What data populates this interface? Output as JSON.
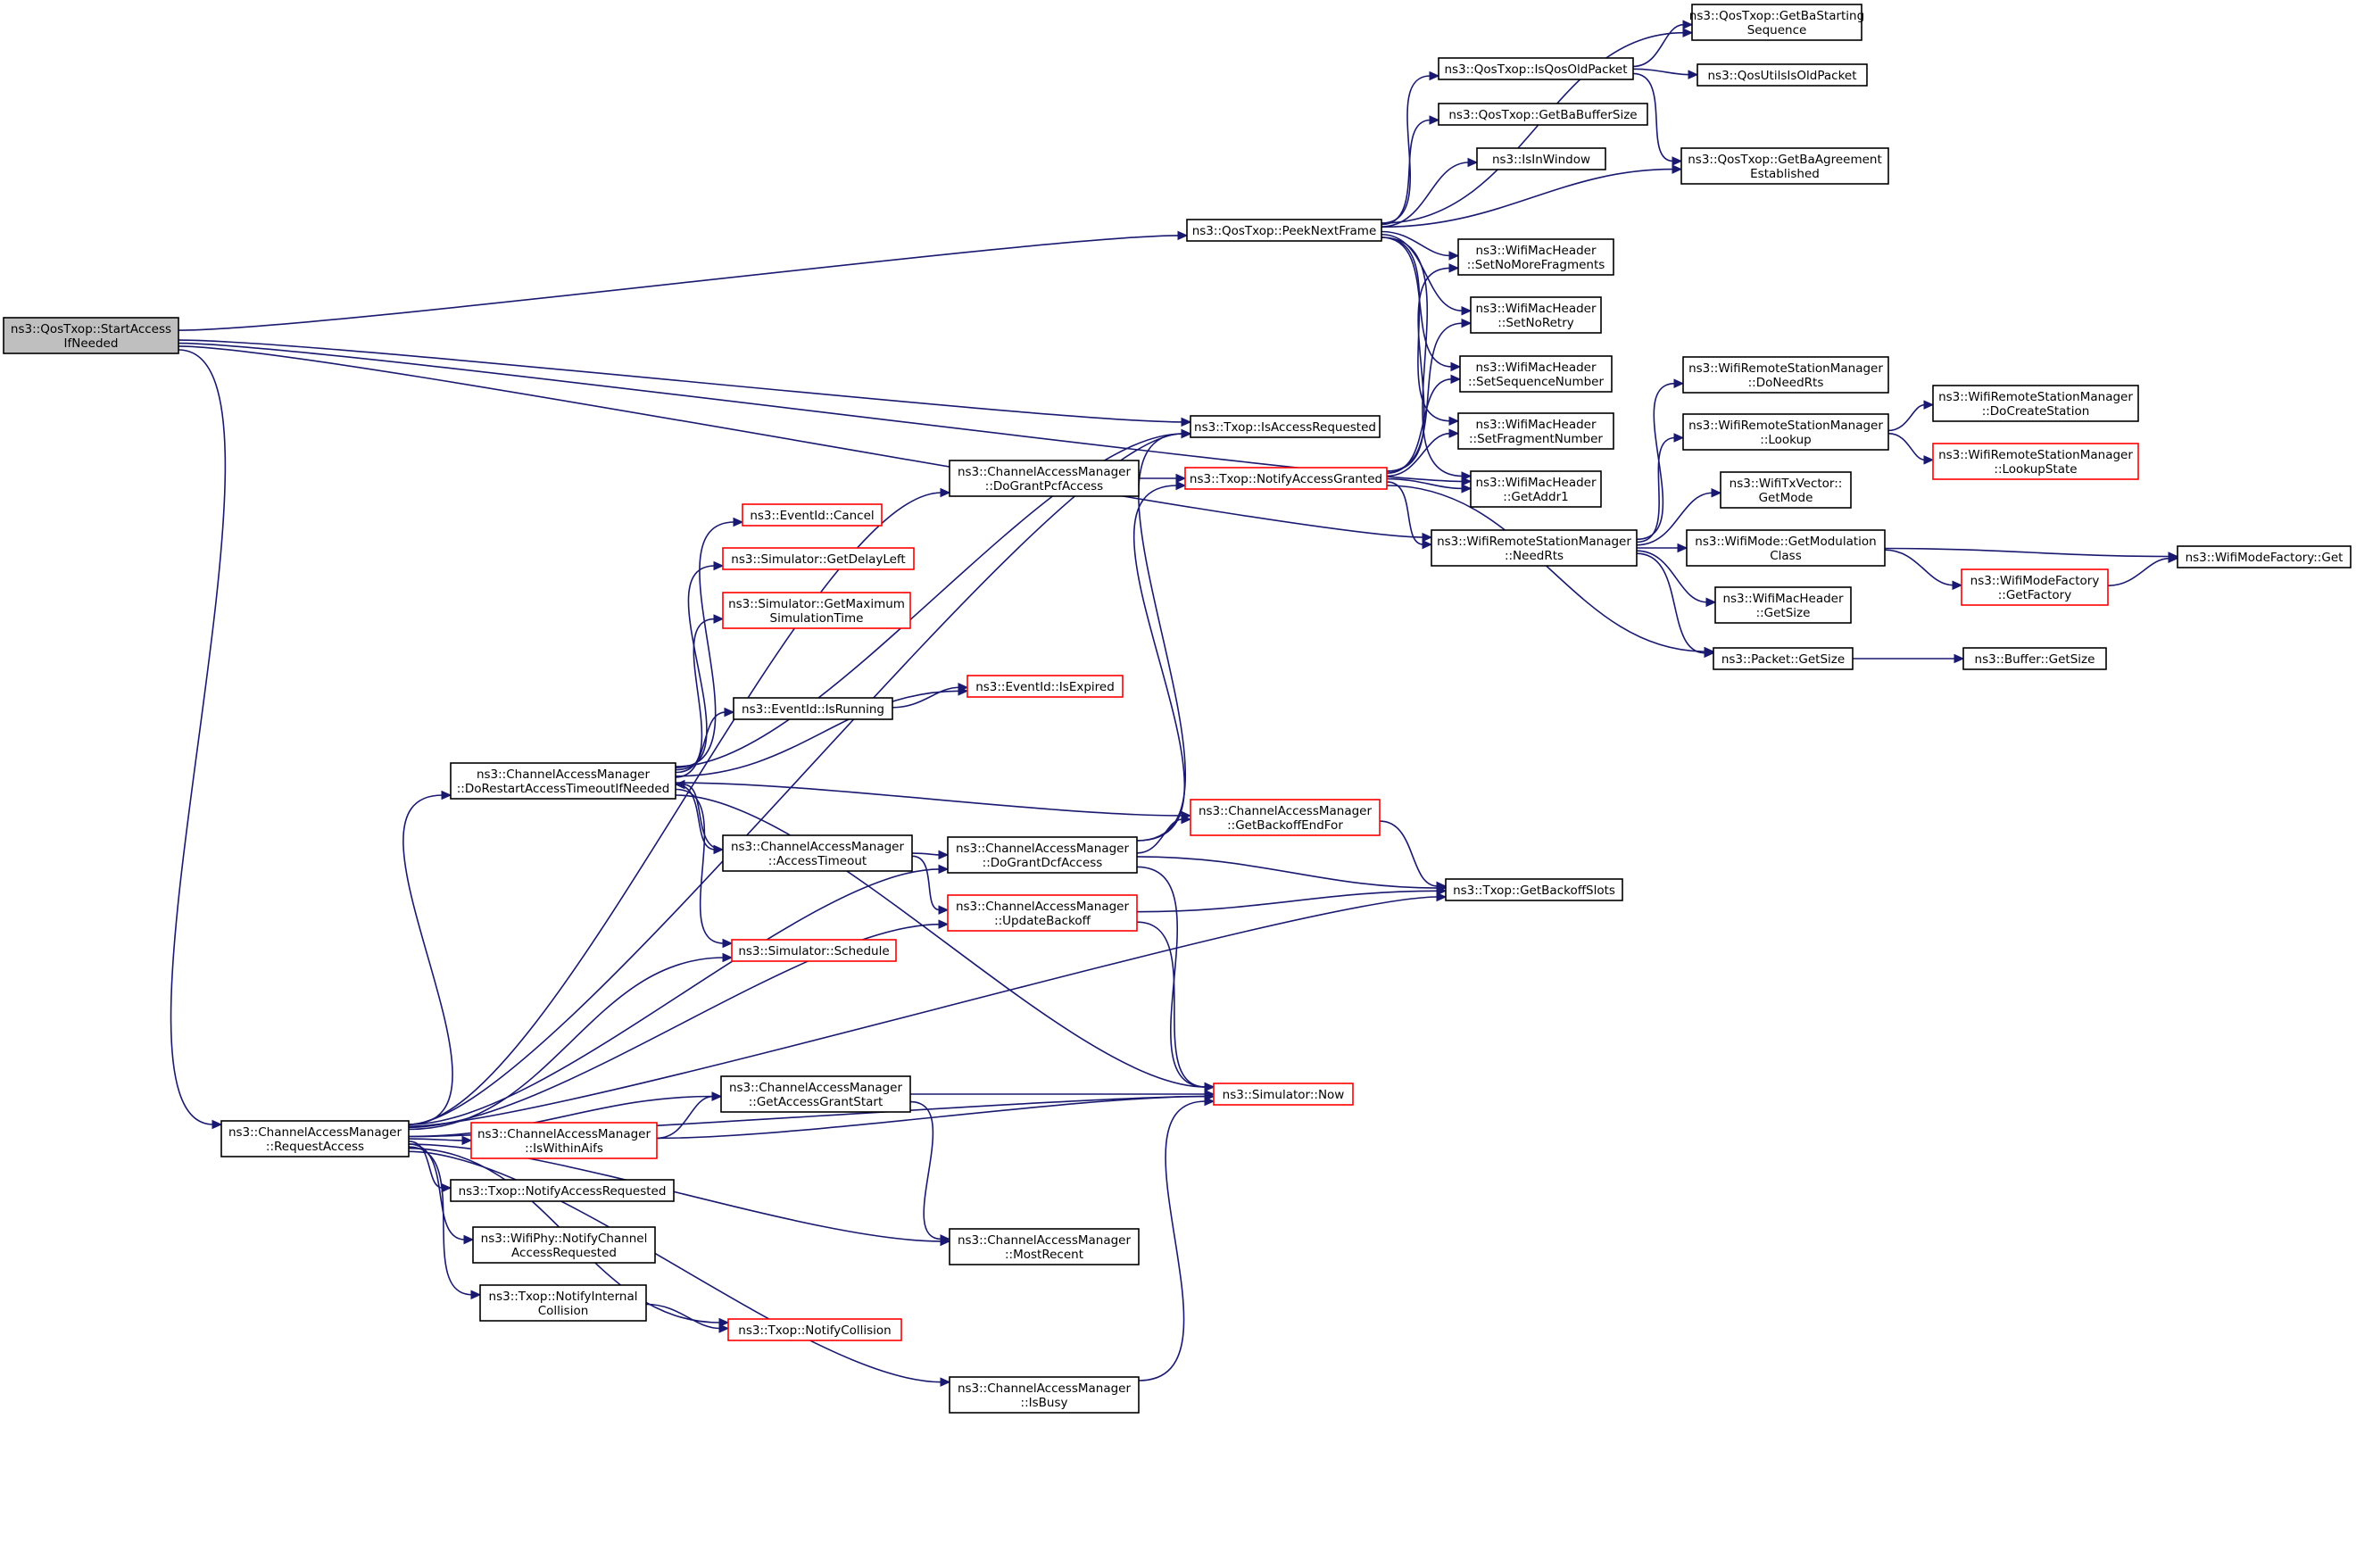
{
  "colors": {
    "edge": "#191970",
    "focus_fill": "#bfbfbf",
    "truncated_border": "#ff0000",
    "normal_border": "#000000",
    "fill": "#ffffff"
  },
  "nodes": [
    {
      "id": "start",
      "lines": [
        "ns3::QosTxop::StartAccess",
        "IfNeeded"
      ],
      "style": "focus"
    },
    {
      "id": "peek",
      "lines": [
        "ns3::QosTxop::PeekNextFrame"
      ],
      "style": "normal"
    },
    {
      "id": "getbastart",
      "lines": [
        "ns3::QosTxop::GetBaStarting",
        "Sequence"
      ],
      "style": "normal"
    },
    {
      "id": "isqosold",
      "lines": [
        "ns3::QosTxop::IsQosOldPacket"
      ],
      "style": "normal"
    },
    {
      "id": "qosutils",
      "lines": [
        "ns3::QosUtilsIsOldPacket"
      ],
      "style": "normal"
    },
    {
      "id": "getbabuf",
      "lines": [
        "ns3::QosTxop::GetBaBufferSize"
      ],
      "style": "normal"
    },
    {
      "id": "isinwindow",
      "lines": [
        "ns3::IsInWindow"
      ],
      "style": "normal"
    },
    {
      "id": "getbaagree",
      "lines": [
        "ns3::QosTxop::GetBaAgreement",
        "Established"
      ],
      "style": "normal"
    },
    {
      "id": "setnomore",
      "lines": [
        "ns3::WifiMacHeader",
        "::SetNoMoreFragments"
      ],
      "style": "normal"
    },
    {
      "id": "setnoretry",
      "lines": [
        "ns3::WifiMacHeader",
        "::SetNoRetry"
      ],
      "style": "normal"
    },
    {
      "id": "setseq",
      "lines": [
        "ns3::WifiMacHeader",
        "::SetSequenceNumber"
      ],
      "style": "normal"
    },
    {
      "id": "setfrag",
      "lines": [
        "ns3::WifiMacHeader",
        "::SetFragmentNumber"
      ],
      "style": "normal"
    },
    {
      "id": "getaddr1",
      "lines": [
        "ns3::WifiMacHeader",
        "::GetAddr1"
      ],
      "style": "normal"
    },
    {
      "id": "isaccessreq",
      "lines": [
        "ns3::Txop::IsAccessRequested"
      ],
      "style": "normal"
    },
    {
      "id": "dograntpcf",
      "lines": [
        "ns3::ChannelAccessManager",
        "::DoGrantPcfAccess"
      ],
      "style": "normal"
    },
    {
      "id": "notifygranted",
      "lines": [
        "ns3::Txop::NotifyAccessGranted"
      ],
      "style": "truncated"
    },
    {
      "id": "needrts",
      "lines": [
        "ns3::WifiRemoteStationManager",
        "::NeedRts"
      ],
      "style": "normal"
    },
    {
      "id": "doneedrts",
      "lines": [
        "ns3::WifiRemoteStationManager",
        "::DoNeedRts"
      ],
      "style": "normal"
    },
    {
      "id": "lookup",
      "lines": [
        "ns3::WifiRemoteStationManager",
        "::Lookup"
      ],
      "style": "normal"
    },
    {
      "id": "docreate",
      "lines": [
        "ns3::WifiRemoteStationManager",
        "::DoCreateStation"
      ],
      "style": "normal"
    },
    {
      "id": "lookupstate",
      "lines": [
        "ns3::WifiRemoteStationManager",
        "::LookupState"
      ],
      "style": "truncated"
    },
    {
      "id": "txvecmode",
      "lines": [
        "ns3::WifiTxVector::",
        "GetMode"
      ],
      "style": "normal"
    },
    {
      "id": "getmodclass",
      "lines": [
        "ns3::WifiMode::GetModulation",
        "Class"
      ],
      "style": "normal"
    },
    {
      "id": "modefactoryget",
      "lines": [
        "ns3::WifiModeFactory::Get"
      ],
      "style": "normal"
    },
    {
      "id": "getfactory",
      "lines": [
        "ns3::WifiModeFactory",
        "::GetFactory"
      ],
      "style": "truncated"
    },
    {
      "id": "macgetsize",
      "lines": [
        "ns3::WifiMacHeader",
        "::GetSize"
      ],
      "style": "normal"
    },
    {
      "id": "pktgetsize",
      "lines": [
        "ns3::Packet::GetSize"
      ],
      "style": "normal"
    },
    {
      "id": "bufgetsize",
      "lines": [
        "ns3::Buffer::GetSize"
      ],
      "style": "normal"
    },
    {
      "id": "evcancel",
      "lines": [
        "ns3::EventId::Cancel"
      ],
      "style": "truncated"
    },
    {
      "id": "getdelayleft",
      "lines": [
        "ns3::Simulator::GetDelayLeft"
      ],
      "style": "truncated"
    },
    {
      "id": "getmaxsim",
      "lines": [
        "ns3::Simulator::GetMaximum",
        "SimulationTime"
      ],
      "style": "truncated"
    },
    {
      "id": "isexpired",
      "lines": [
        "ns3::EventId::IsExpired"
      ],
      "style": "truncated"
    },
    {
      "id": "isrunning",
      "lines": [
        "ns3::EventId::IsRunning"
      ],
      "style": "normal"
    },
    {
      "id": "dorestart",
      "lines": [
        "ns3::ChannelAccessManager",
        "::DoRestartAccessTimeoutIfNeeded"
      ],
      "style": "normal"
    },
    {
      "id": "accesstimeout",
      "lines": [
        "ns3::ChannelAccessManager",
        "::AccessTimeout"
      ],
      "style": "normal"
    },
    {
      "id": "dograntdcf",
      "lines": [
        "ns3::ChannelAccessManager",
        "::DoGrantDcfAccess"
      ],
      "style": "normal"
    },
    {
      "id": "getbackoffend",
      "lines": [
        "ns3::ChannelAccessManager",
        "::GetBackoffEndFor"
      ],
      "style": "truncated"
    },
    {
      "id": "getbackoffslots",
      "lines": [
        "ns3::Txop::GetBackoffSlots"
      ],
      "style": "normal"
    },
    {
      "id": "updatebackoff",
      "lines": [
        "ns3::ChannelAccessManager",
        "::UpdateBackoff"
      ],
      "style": "truncated"
    },
    {
      "id": "schedule",
      "lines": [
        "ns3::Simulator::Schedule"
      ],
      "style": "truncated"
    },
    {
      "id": "requestaccess",
      "lines": [
        "ns3::ChannelAccessManager",
        "::RequestAccess"
      ],
      "style": "normal"
    },
    {
      "id": "getaccessgrant",
      "lines": [
        "ns3::ChannelAccessManager",
        "::GetAccessGrantStart"
      ],
      "style": "normal"
    },
    {
      "id": "iswithinaifs",
      "lines": [
        "ns3::ChannelAccessManager",
        "::IsWithinAifs"
      ],
      "style": "truncated"
    },
    {
      "id": "simnow",
      "lines": [
        "ns3::Simulator::Now"
      ],
      "style": "truncated"
    },
    {
      "id": "notifyaccreq",
      "lines": [
        "ns3::Txop::NotifyAccessRequested"
      ],
      "style": "normal"
    },
    {
      "id": "phynotify",
      "lines": [
        "ns3::WifiPhy::NotifyChannel",
        "AccessRequested"
      ],
      "style": "normal"
    },
    {
      "id": "mostrecent",
      "lines": [
        "ns3::ChannelAccessManager",
        "::MostRecent"
      ],
      "style": "normal"
    },
    {
      "id": "notifyinternal",
      "lines": [
        "ns3::Txop::NotifyInternal",
        "Collision"
      ],
      "style": "normal"
    },
    {
      "id": "notifycollision",
      "lines": [
        "ns3::Txop::NotifyCollision"
      ],
      "style": "truncated"
    },
    {
      "id": "isbusy",
      "lines": [
        "ns3::ChannelAccessManager",
        "::IsBusy"
      ],
      "style": "normal"
    }
  ],
  "edges": [
    [
      "start",
      "peek"
    ],
    [
      "start",
      "requestaccess"
    ],
    [
      "start",
      "isaccessreq"
    ],
    [
      "start",
      "needrts"
    ],
    [
      "start",
      "getaddr1"
    ],
    [
      "peek",
      "getbastart"
    ],
    [
      "peek",
      "isqosold"
    ],
    [
      "peek",
      "getbabuf"
    ],
    [
      "peek",
      "isinwindow"
    ],
    [
      "peek",
      "getbaagree"
    ],
    [
      "peek",
      "setnomore"
    ],
    [
      "peek",
      "setnoretry"
    ],
    [
      "peek",
      "setseq"
    ],
    [
      "peek",
      "setfrag"
    ],
    [
      "peek",
      "getaddr1"
    ],
    [
      "isqosold",
      "getbastart"
    ],
    [
      "isqosold",
      "qosutils"
    ],
    [
      "isqosold",
      "getbaagree"
    ],
    [
      "notifygranted",
      "setnomore"
    ],
    [
      "notifygranted",
      "setnoretry"
    ],
    [
      "notifygranted",
      "setseq"
    ],
    [
      "notifygranted",
      "setfrag"
    ],
    [
      "notifygranted",
      "getaddr1"
    ],
    [
      "notifygranted",
      "needrts"
    ],
    [
      "notifygranted",
      "pktgetsize"
    ],
    [
      "needrts",
      "doneedrts"
    ],
    [
      "needrts",
      "lookup"
    ],
    [
      "needrts",
      "txvecmode"
    ],
    [
      "needrts",
      "getmodclass"
    ],
    [
      "needrts",
      "macgetsize"
    ],
    [
      "needrts",
      "pktgetsize"
    ],
    [
      "lookup",
      "docreate"
    ],
    [
      "lookup",
      "lookupstate"
    ],
    [
      "getmodclass",
      "modefactoryget"
    ],
    [
      "getmodclass",
      "getfactory"
    ],
    [
      "getfactory",
      "modefactoryget"
    ],
    [
      "pktgetsize",
      "bufgetsize"
    ],
    [
      "dograntpcf",
      "notifygranted"
    ],
    [
      "dorestart",
      "evcancel"
    ],
    [
      "dorestart",
      "getdelayleft"
    ],
    [
      "dorestart",
      "getmaxsim"
    ],
    [
      "dorestart",
      "isexpired"
    ],
    [
      "dorestart",
      "isrunning"
    ],
    [
      "dorestart",
      "isaccessreq"
    ],
    [
      "dorestart",
      "getbackoffend"
    ],
    [
      "dorestart",
      "accesstimeout"
    ],
    [
      "dorestart",
      "schedule"
    ],
    [
      "dorestart",
      "simnow"
    ],
    [
      "isrunning",
      "isexpired"
    ],
    [
      "accesstimeout",
      "dorestart"
    ],
    [
      "accesstimeout",
      "dograntdcf"
    ],
    [
      "accesstimeout",
      "updatebackoff"
    ],
    [
      "dograntdcf",
      "notifygranted"
    ],
    [
      "dograntdcf",
      "isaccessreq"
    ],
    [
      "dograntdcf",
      "getbackoffend"
    ],
    [
      "dograntdcf",
      "getbackoffslots"
    ],
    [
      "dograntdcf",
      "simnow"
    ],
    [
      "getbackoffend",
      "getbackoffslots"
    ],
    [
      "updatebackoff",
      "getbackoffslots"
    ],
    [
      "updatebackoff",
      "simnow"
    ],
    [
      "requestaccess",
      "isaccessreq"
    ],
    [
      "requestaccess",
      "dograntpcf"
    ],
    [
      "requestaccess",
      "dorestart"
    ],
    [
      "requestaccess",
      "schedule"
    ],
    [
      "requestaccess",
      "dograntdcf"
    ],
    [
      "requestaccess",
      "updatebackoff"
    ],
    [
      "requestaccess",
      "getaccessgrant"
    ],
    [
      "requestaccess",
      "iswithinaifs"
    ],
    [
      "requestaccess",
      "notifyaccreq"
    ],
    [
      "requestaccess",
      "phynotify"
    ],
    [
      "requestaccess",
      "notifyinternal"
    ],
    [
      "requestaccess",
      "notifycollision"
    ],
    [
      "requestaccess",
      "mostrecent"
    ],
    [
      "requestaccess",
      "isbusy"
    ],
    [
      "requestaccess",
      "simnow"
    ],
    [
      "requestaccess",
      "getbackoffslots"
    ],
    [
      "getaccessgrant",
      "simnow"
    ],
    [
      "getaccessgrant",
      "mostrecent"
    ],
    [
      "iswithinaifs",
      "getaccessgrant"
    ],
    [
      "iswithinaifs",
      "simnow"
    ],
    [
      "notifyinternal",
      "notifycollision"
    ],
    [
      "isbusy",
      "simnow"
    ]
  ]
}
